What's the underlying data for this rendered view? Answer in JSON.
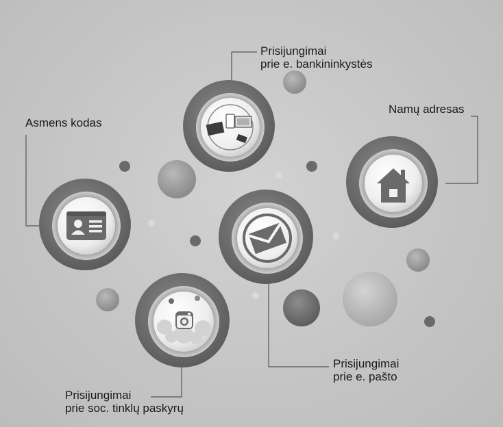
{
  "labels": {
    "banking": {
      "line1": "Prisijungimai",
      "line2": "prie e. bankininkystės"
    },
    "address": {
      "line1": "Namų adresas"
    },
    "personal_code": {
      "line1": "Asmens kodas"
    },
    "email": {
      "line1": "Prisijungimai",
      "line2": "prie e. pašto"
    },
    "social": {
      "line1": "Prisijungimai",
      "line2": "prie soc. tinklų paskyrų"
    }
  },
  "icons": {
    "banking": "devices-icon",
    "address": "house-icon",
    "personal_code": "id-card-icon",
    "email": "envelope-icon",
    "social": "instagram-icon"
  },
  "colors": {
    "background": "#c5c5c5",
    "circle_dark": "#6e6e6e",
    "circle_light": "#f4f4f4",
    "icon": "#6a6a6a",
    "line": "#555555"
  }
}
